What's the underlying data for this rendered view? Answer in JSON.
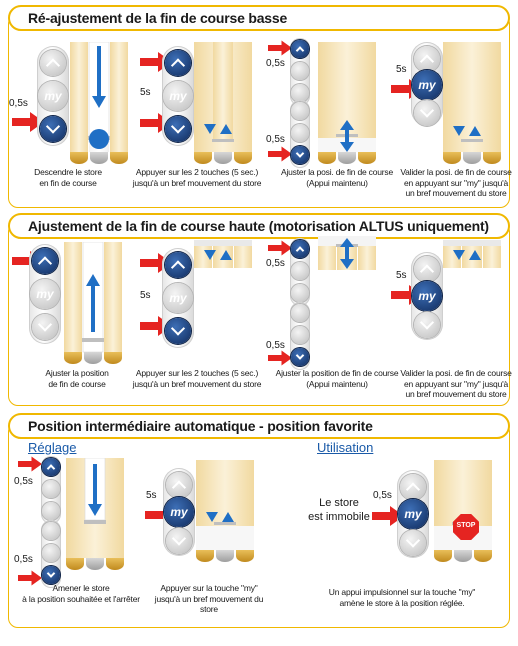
{
  "section1": {
    "title": "Ré-ajustement de la fin de course basse",
    "captions": [
      [
        "Descendre le store",
        "en fin de course"
      ],
      [
        "Appuyer sur les 2 touches (5 sec.)",
        "jusqu'à un bref mouvement du store"
      ],
      [
        "Ajuster la posi. de fin de course",
        "(Appui maintenu)"
      ],
      [
        "Valider la posi. de fin de course",
        "en appuyant sur \"my\" jusqu'à",
        "un bref mouvement du store"
      ]
    ],
    "times": {
      "step1": "0,5s",
      "step2": "5s",
      "step3_top": "0,5s",
      "step3_bottom": "0,5s",
      "step4": "5s"
    }
  },
  "section2": {
    "title": "Ajustement de la fin de course haute   (motorisation ALTUS uniquement)",
    "captions": [
      [
        "Ajuster la position",
        "de fin de course"
      ],
      [
        "Appuyer sur les 2 touches (5 sec.)",
        "jusqu'à un bref mouvement du store"
      ],
      [
        "Ajuster la position de fin de course",
        "(Appui maintenu)"
      ],
      [
        "Valider la posi. de fin de course",
        "en appuyant sur \"my\" jusqu'à",
        "un bref mouvement du store"
      ]
    ],
    "times": {
      "step2": "5s",
      "step3_top": "0,5s",
      "step3_bottom": "0,5s",
      "step4": "5s"
    }
  },
  "section3": {
    "title": "Position intermédiaire automatique - position favorite",
    "left_heading": "Réglage",
    "right_heading": "Utilisation",
    "captions": [
      [
        "Amener le store",
        "à la position souhaitée et l'arrêter"
      ],
      [
        "Appuyer sur la touche \"my\"",
        "jusqu'à un bref mouvement du store"
      ],
      [
        "Un appui impulsionnel sur la touche \"my\"",
        "amène le store à la position réglée."
      ]
    ],
    "statement": [
      "Le store",
      "est immobile"
    ],
    "stop_label": "STOP",
    "times": {
      "step1_top": "0,5s",
      "step1_bottom": "0,5s",
      "step2": "5s",
      "use": "0,5s"
    }
  },
  "remote": {
    "my_label": "my"
  },
  "colors": {
    "accent": "#f0b800",
    "remote_active": "#1a3d7c",
    "arrow_red": "#e52421",
    "arrow_blue": "#1f6fc5",
    "heading_blue": "#1a5aa8",
    "stop_red": "#e52421"
  }
}
